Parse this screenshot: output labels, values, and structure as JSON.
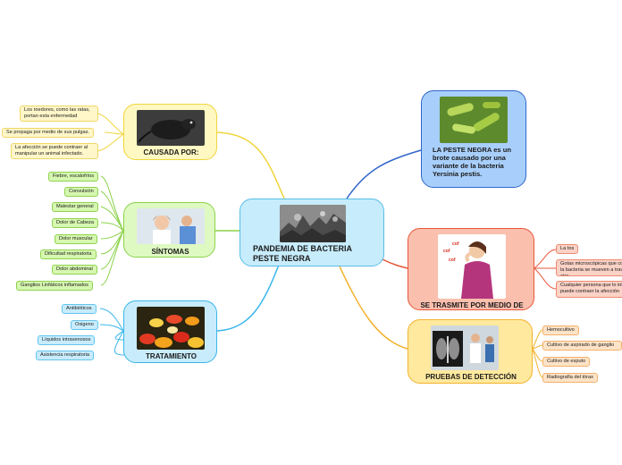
{
  "central": {
    "title": "PANDEMIA DE BACTERIA PESTE NEGRA",
    "image": "historical-plague-scene-image"
  },
  "branches": {
    "causada": {
      "title": "CAUSADA POR:",
      "image": "rat-image",
      "items": [
        "Los roedores, como las ratas, portan esta enfermedad",
        "Se propaga por medio de sus pulgas.",
        "La afección se puede contraer al manipular un animal infectado."
      ]
    },
    "sintomas": {
      "title": "SÍNTOMAS",
      "image": "sick-patient-image",
      "items": [
        "Fiebre, escalofríos",
        "Convulsión",
        "Malestar general",
        "Dolor de Cabeza",
        "Dolor muscular",
        "Dificultad respiratoria",
        "Dolor abdominal",
        "Ganglios Linfáticos inflamados"
      ]
    },
    "tratamiento": {
      "title": "TRATAMIENTO",
      "image": "pills-image",
      "items": [
        "Antibióticos",
        "Oxigeno",
        "Líquidos intravenosos",
        "Asistencia respiratoria"
      ]
    },
    "bacteria": {
      "title": "LA PESTE NEGRA es un brote causado por una variante de la bacteria Yersinia pestis.",
      "image": "bacteria-image"
    },
    "transmite": {
      "title": "SE TRASMITE POR MEDIO DE",
      "image": "coughing-woman-image",
      "items": [
        "La tos",
        "Gotas microscópicas que contienen la bacteria se mueven a través del aire",
        "Cualquier persona que lo inhale puede contraer la afección"
      ]
    },
    "pruebas": {
      "title": "PRUEBAS DE DETECCIÓN",
      "image": "xray-image",
      "items": [
        "Hemocultivo",
        "Cultivo de aspirado de ganglio",
        "Cultivo de esputo",
        "Radiografía del tórax"
      ]
    }
  },
  "colors": {
    "central": "#c7ecfb",
    "causada": "#fff8c2",
    "sintomas": "#dff9c2",
    "tratamiento": "#c8ecfb",
    "bacteria": "#a8cffc",
    "transmite": "#fbbfae",
    "pruebas": "#ffe99e",
    "line_yellow": "#f0d53b",
    "line_green": "#8bd34a",
    "line_blue": "#38b6ea",
    "line_darkblue": "#2f66c9",
    "line_red": "#e8563a",
    "line_orange": "#f3b22c"
  }
}
